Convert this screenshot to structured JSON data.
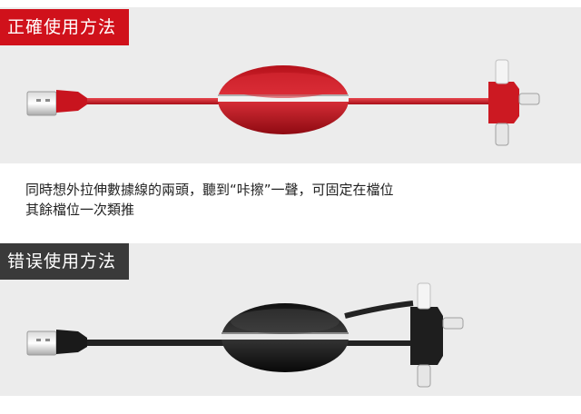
{
  "correct": {
    "label": "正確使用方法",
    "label_color": "#d0111b",
    "cable_color": "#d4202b",
    "reel_color": "#c8141e"
  },
  "caption": {
    "line1": "同時想外拉伸數據線的兩頭，聽到“咔擦”一聲，可固定在檔位",
    "line2": "其餘檔位一次類推"
  },
  "wrong": {
    "label": "错误使用方法",
    "label_color": "#3a3a3a",
    "cable_color": "#1e1e1e",
    "reel_color": "#1c1c1c"
  }
}
